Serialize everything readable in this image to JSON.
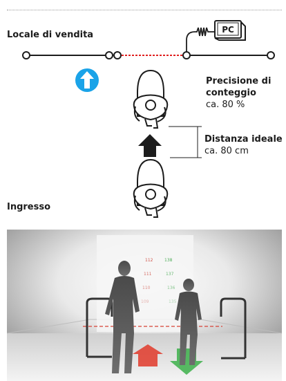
{
  "labels": {
    "sales_area": "Locale di vendita",
    "entrance": "Ingresso",
    "pc": "PC",
    "precision_title_line1": "Precisione di",
    "precision_title_line2": "conteggio",
    "precision_value": "ca. 80 %",
    "distance_title": "Distanza ideale",
    "distance_value": "ca. 80 cm"
  },
  "display_numbers": {
    "red": [
      "112",
      "111",
      "110",
      "109"
    ],
    "green": [
      "138",
      "137",
      "136",
      "135"
    ]
  },
  "colors": {
    "direction_arrow": "#1aa3e8",
    "laser_line": "#e02020",
    "text": "#1c1c1c",
    "red_arrow": "#e03a2a",
    "green_arrow": "#3cb04a"
  },
  "icons": [
    "up-arrow-circle-icon",
    "pc-icon",
    "up-arrow-icon",
    "person-topview-icon"
  ]
}
